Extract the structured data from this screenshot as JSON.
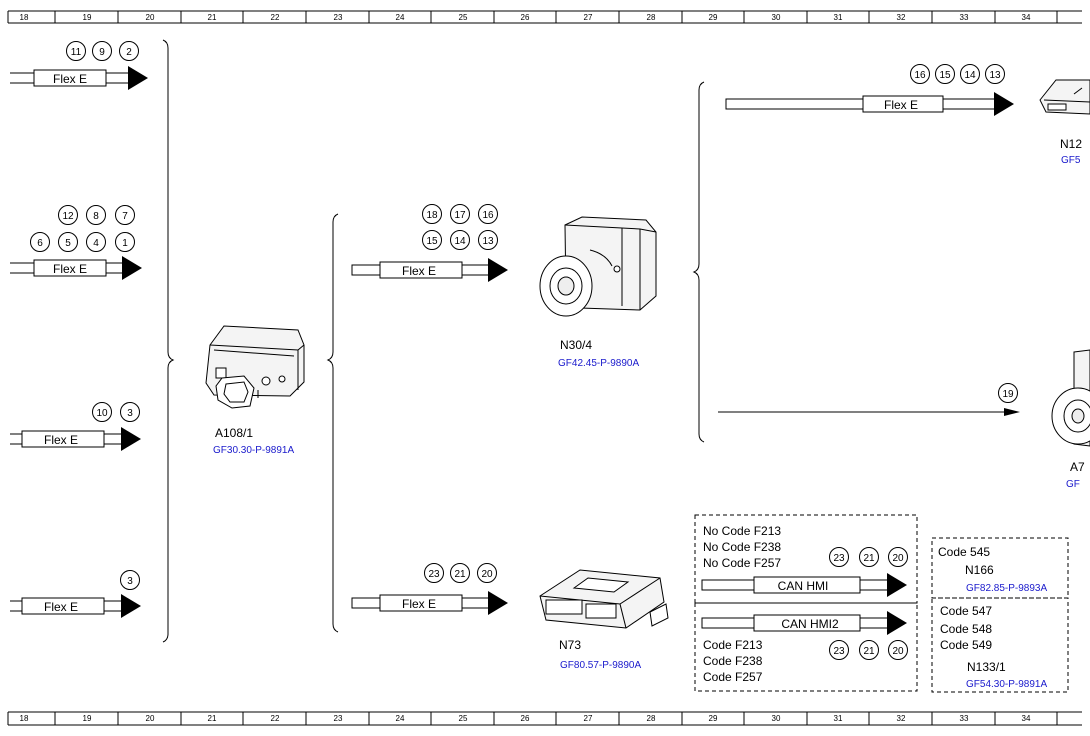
{
  "ruler": [
    "18",
    "19",
    "20",
    "21",
    "22",
    "23",
    "24",
    "25",
    "26",
    "27",
    "28",
    "29",
    "30",
    "31",
    "32",
    "33",
    "34"
  ],
  "bus_labels": {
    "flex_e": "Flex E",
    "can_hmi": "CAN HMI",
    "can_hmi2": "CAN HMI2"
  },
  "components": {
    "a108": {
      "name": "A108/1",
      "ref": "GF30.30-P-9891A"
    },
    "n30": {
      "name": "N30/4",
      "ref": "GF42.45-P-9890A"
    },
    "n73": {
      "name": "N73",
      "ref": "GF80.57-P-9890A"
    },
    "n12": {
      "name": "N12",
      "ref": "GF5"
    },
    "a7": {
      "name": "A7",
      "ref": "GF"
    },
    "n166": {
      "name": "N166",
      "ref": "GF82.85-P-9893A"
    },
    "n133": {
      "name": "N133/1",
      "ref": "GF54.30-P-9891A"
    }
  },
  "codes": {
    "no_code_group": [
      "No Code F213",
      "No Code F238",
      "No Code F257"
    ],
    "code_group": [
      "Code F213",
      "Code F238",
      "Code F257"
    ],
    "code_545": "Code 545",
    "code_547_group": [
      "Code 547",
      "Code 548",
      "Code 549"
    ]
  },
  "pins": {
    "left1": [
      "11",
      "9",
      "2"
    ],
    "left2_top": [
      "12",
      "8",
      "7"
    ],
    "left2_bottom": [
      "6",
      "5",
      "4",
      "1"
    ],
    "left3": [
      "10",
      "3"
    ],
    "left4": [
      "3"
    ],
    "mid1_top": [
      "18",
      "17",
      "16"
    ],
    "mid1_bottom": [
      "15",
      "14",
      "13"
    ],
    "mid2": [
      "23",
      "21",
      "20"
    ],
    "right1": [
      "16",
      "15",
      "14",
      "13"
    ],
    "right2": [
      "19"
    ],
    "hmi1": [
      "23",
      "21",
      "20"
    ],
    "hmi2": [
      "23",
      "21",
      "20"
    ]
  }
}
